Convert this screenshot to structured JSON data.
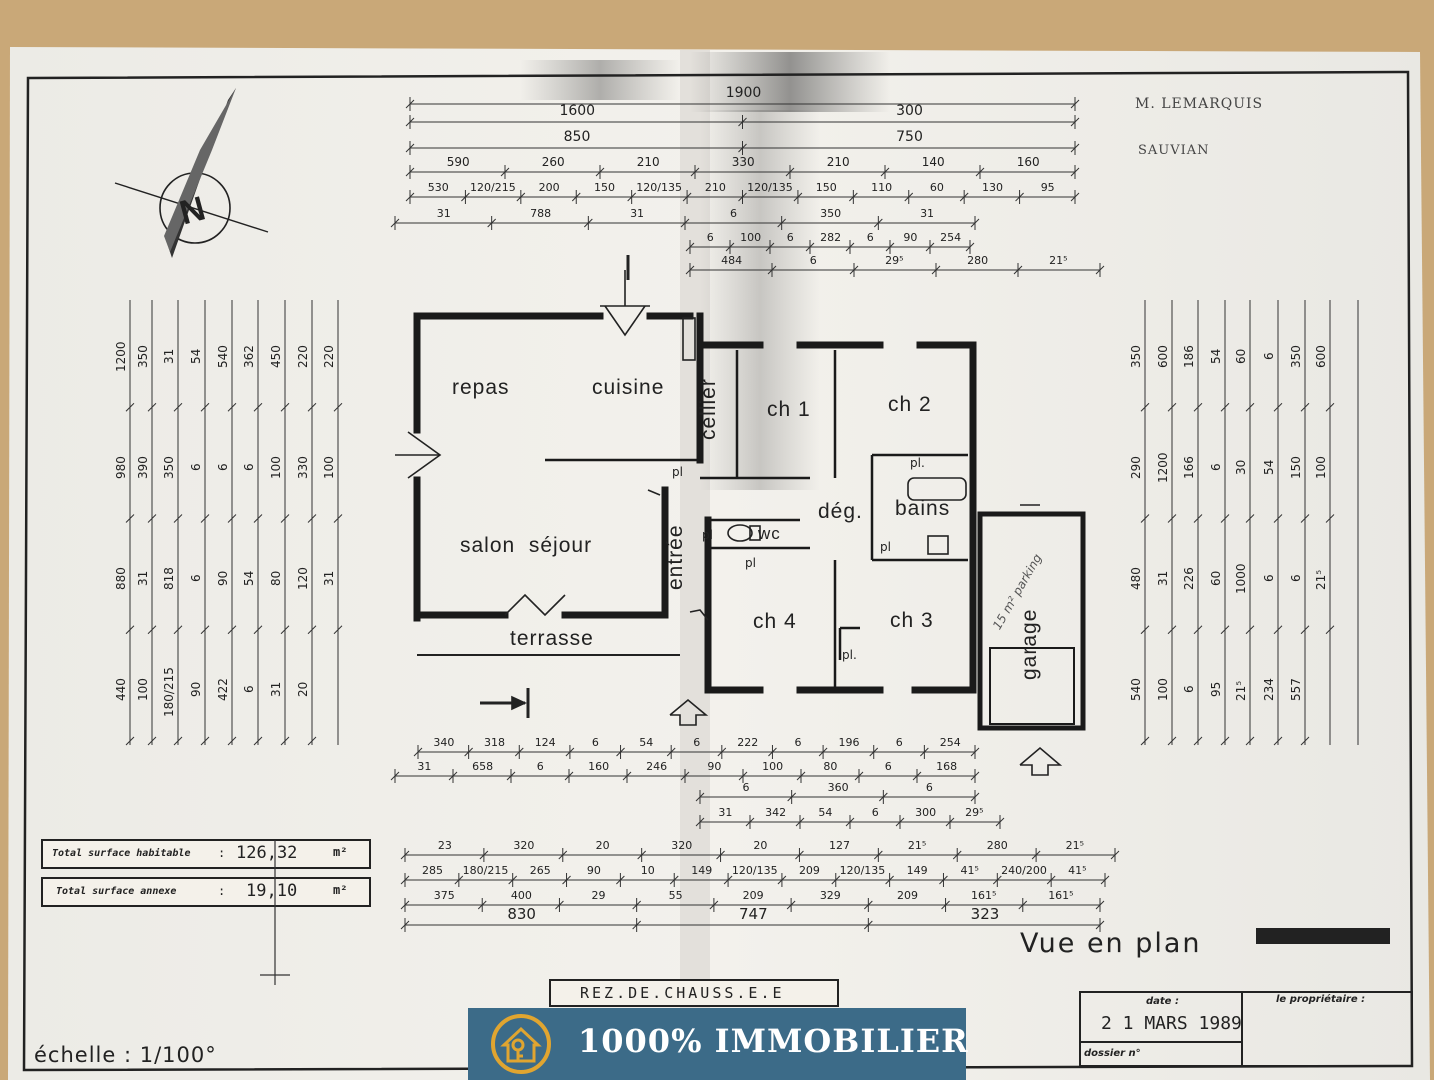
{
  "owner_note": {
    "name": "M. LEMARQUIS",
    "place": "SAUVIAN"
  },
  "rooms": {
    "repas": "repas",
    "cuisine": "cuisine",
    "cellier": "cellier",
    "ch1": "ch 1",
    "ch2": "ch 2",
    "ch3": "ch 3",
    "ch4": "ch 4",
    "salon_sejour": "salon  séjour",
    "entree": "entrée",
    "deg": "dég.",
    "bains": "bains",
    "wc": "wc",
    "garage": "garage",
    "terrasse": "terrasse",
    "garage_note": "15 m² parking",
    "pl1": "pl",
    "pl2": "pl.",
    "pl3": "pl",
    "pl4": "pl",
    "pl5": "pl",
    "pl6": "pl."
  },
  "dims": {
    "top_row1": [
      "1900"
    ],
    "top_row2": [
      "1600",
      "300"
    ],
    "top_row3": [
      "850",
      "750"
    ],
    "top_row4": [
      "590",
      "260",
      "210",
      "330",
      "210",
      "140",
      "160"
    ],
    "top_row5": [
      "530",
      "120/215",
      "200",
      "150",
      "120/135",
      "210",
      "120/135",
      "150",
      "110",
      "60",
      "130",
      "95"
    ],
    "top_row6": [
      "31",
      "788",
      "31",
      "6",
      "350",
      "31"
    ],
    "top_row7": [
      "6",
      "100",
      "6",
      "282",
      "6",
      "90",
      "254"
    ],
    "top_row8": [
      "484",
      "6",
      "29⁵",
      "280",
      "21⁵"
    ],
    "bot_row1": [
      "340",
      "318",
      "124",
      "6",
      "54",
      "6",
      "222",
      "6",
      "196",
      "6",
      "254"
    ],
    "bot_row2": [
      "31",
      "658",
      "6",
      "160",
      "246",
      "90",
      "100",
      "80",
      "6",
      "168"
    ],
    "bot_row3": [
      "6",
      "360",
      "6"
    ],
    "bot_row4": [
      "31",
      "342",
      "54",
      "6",
      "300",
      "29⁵"
    ],
    "bot_row5": [
      "23",
      "320",
      "20",
      "320",
      "20",
      "127",
      "21⁵",
      "280",
      "21⁵"
    ],
    "bot_row6": [
      "285",
      "180/215",
      "265",
      "90",
      "10",
      "149",
      "120/135",
      "209",
      "120/135",
      "149",
      "41⁵",
      "240/200",
      "41⁵"
    ],
    "bot_row7": [
      "375",
      "400",
      "29",
      "55",
      "209",
      "329",
      "209",
      "161⁵",
      "161⁵"
    ],
    "bot_row8": [
      "830",
      "747",
      "323"
    ],
    "left": [
      "1200",
      "980",
      "880",
      "440",
      "350",
      "390",
      "31",
      "100",
      "31",
      "350",
      "818",
      "180/215",
      "54",
      "6",
      "6",
      "90",
      "540",
      "6",
      "90",
      "422",
      "362",
      "6",
      "54",
      "6",
      "450",
      "100",
      "80",
      "31",
      "220",
      "330",
      "120",
      "20",
      "220",
      "100",
      "31"
    ],
    "right": [
      "350",
      "290",
      "480",
      "540",
      "600",
      "1200",
      "31",
      "100",
      "186",
      "166",
      "226",
      "6",
      "54",
      "6",
      "60",
      "95",
      "60",
      "30",
      "1000",
      "21⁵",
      "6",
      "54",
      "6",
      "234",
      "350",
      "150",
      "6",
      "557",
      "600",
      "100",
      "21⁵"
    ]
  },
  "surface": {
    "habitable_label": "Total surface habitable",
    "habitable_value": "126,32",
    "annexe_label": "Total surface annexe",
    "annexe_value": "19,10",
    "sep": ":",
    "unit": "m²"
  },
  "title": {
    "view": "Vue en plan",
    "level": "REZ.DE.CHAUSS.E.E",
    "scale": "échelle : 1/100°"
  },
  "cartouche": {
    "date_label": "date :",
    "date_value": "2 1 MARS 1989",
    "dossier_label": "dossier n°",
    "owner_label": "le propriétaire :"
  },
  "compass": {
    "label": "N"
  },
  "banner": {
    "brand": "1000% IMMOBILIER",
    "icon": "house-key-icon",
    "color": "#3c6b88",
    "accent": "#e0a530"
  }
}
